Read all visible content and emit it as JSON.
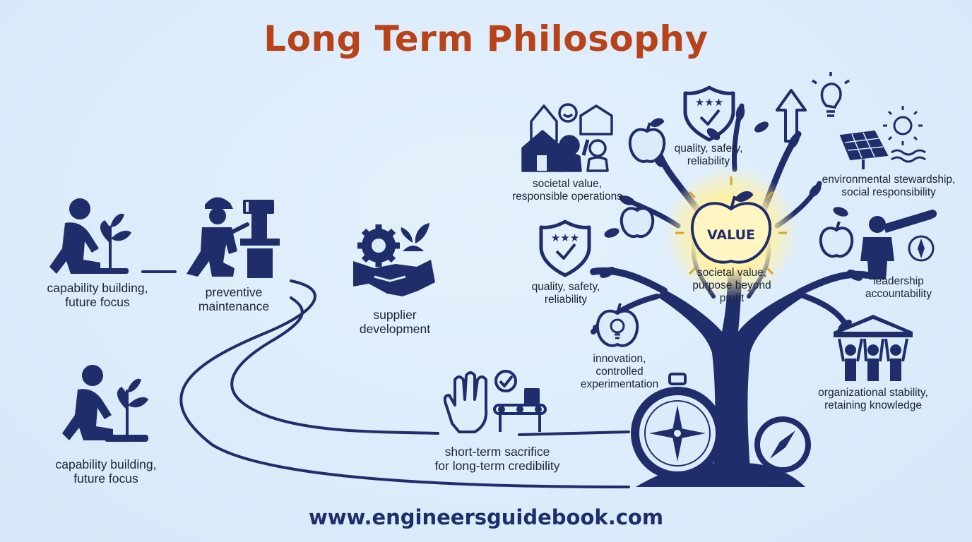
{
  "title": "Long Term Philosophy",
  "footer": "www.engineersguidebook.com",
  "center_badge": "VALUE",
  "labels": {
    "capability_top": [
      "capability building,",
      "future focus"
    ],
    "preventive": [
      "preventive",
      "maintenance"
    ],
    "supplier": [
      "supplier",
      "development"
    ],
    "capability_bottom": [
      "capability building,",
      "future focus"
    ],
    "short_term": [
      "short-term sacrifice",
      "for long-term credibility"
    ],
    "societal_ops": [
      "societal value,",
      "responsible operations"
    ],
    "quality_top": [
      "quality, safety,",
      "reliability"
    ],
    "environmental": [
      "environmental stewardship,",
      "social responsibility"
    ],
    "quality_left": [
      "quality, safety,",
      "reliability"
    ],
    "purpose": [
      "societal value,",
      "purpose beyond",
      "profit"
    ],
    "leadership": [
      "leadership",
      "accountability"
    ],
    "innovation": [
      "innovation,",
      "controlled",
      "experimentation"
    ],
    "stability": [
      "organizational stability,",
      "retaining knowledge"
    ]
  },
  "icons": [
    "person-planting-icon",
    "technician-machine-icon",
    "gear-handshake-icon",
    "stop-hand-conveyor-icon",
    "compass-icon",
    "community-houses-icon",
    "shield-star-icon",
    "lightbulb-icon",
    "solar-panel-icon",
    "sun-icon",
    "apple-icon",
    "leader-telescope-icon",
    "pillars-people-icon",
    "growth-arrow-icon"
  ],
  "colors": {
    "title": "#b8431a",
    "ink": "#1f2d6b",
    "background": "#dcebfa",
    "glow": "#fff3b0"
  }
}
